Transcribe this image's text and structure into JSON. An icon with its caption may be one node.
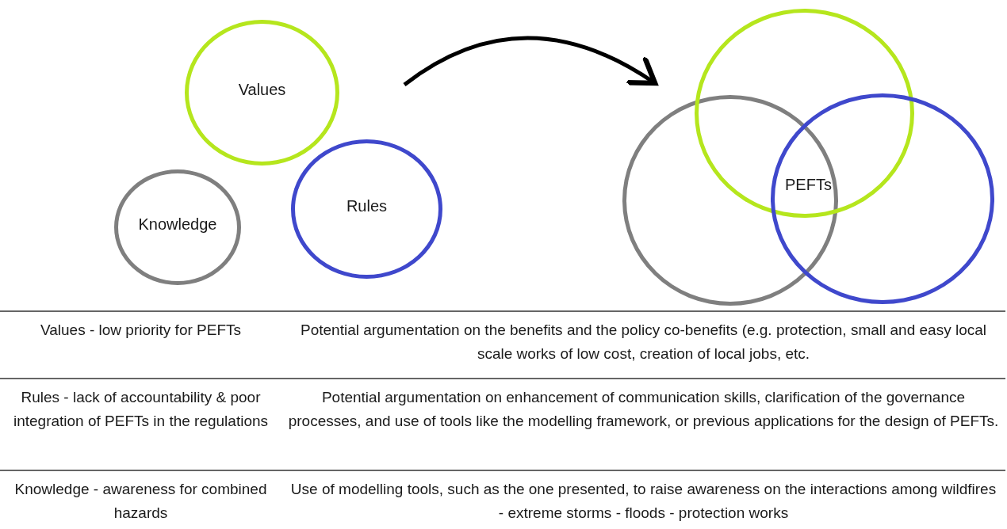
{
  "diagram": {
    "nodes": [
      {
        "text": [
          "Values"
        ]
      },
      {
        "text": [
          "Rules"
        ]
      },
      {
        "text": [
          "Knowledge"
        ]
      },
      {
        "text": [],
        "shape": "circle"
      },
      {
        "text": [],
        "shape": "circle"
      },
      {
        "text": [],
        "shape": "circle"
      }
    ],
    "labels": [
      "PEFTs",
      "Values - low priority for PEFTs",
      "Potential argumentation on the benefits and the policy co-benefits (e.g. protection, small and easy local scale works of low cost, creation of local jobs, etc.",
      "Rules - lack of accountability & poor integration of PEFTs in the regulations",
      "Potential argumentation on enhancement of communication skills, clarification of the governance processes, and use of tools like the modelling framework, or previous applications for the design of PEFTs.",
      "Knowledge - awareness for combined hazards",
      "Use of modelling tools, such as the one presented, to raise awareness on the interactions among wildfires - extreme storms - floods - protection works"
    ]
  }
}
